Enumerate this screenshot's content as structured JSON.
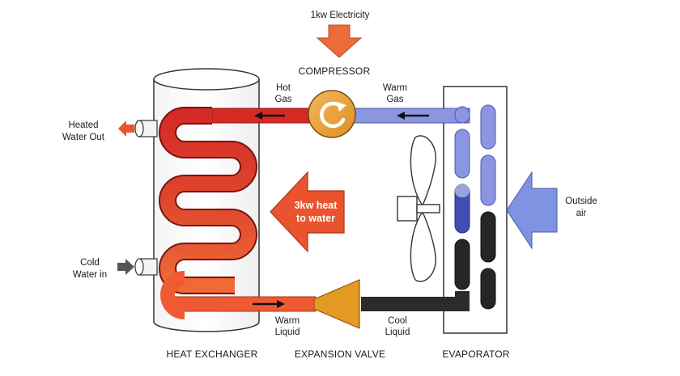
{
  "labels": {
    "electricity": "1kw Electricity",
    "compressor": "COMPRESSOR",
    "hot_gas": [
      "Hot",
      "Gas"
    ],
    "warm_gas": [
      "Warm",
      "Gas"
    ],
    "heated_water_out": [
      "Heated",
      "Water Out"
    ],
    "cold_water_in": [
      "Cold",
      "Water in"
    ],
    "heat_to_water": [
      "3kw heat",
      "to water"
    ],
    "outside_air": [
      "Outside",
      "air"
    ],
    "warm_liquid": [
      "Warm",
      "Liquid"
    ],
    "cool_liquid": [
      "Cool",
      "Liquid"
    ],
    "heat_exchanger": "HEAT EXCHANGER",
    "expansion_valve": "EXPANSION VALVE",
    "evaporator": "EVAPORATOR"
  },
  "colors": {
    "hot": "#cf2a27",
    "warm": "#ef5a33",
    "compressor": "#e9a23a",
    "valve": "#e59a23",
    "warm_gas_pipe": "#8a96e2",
    "cool_liquid_pipe": "#2b2b2b",
    "outline": "#333333",
    "outside_air_arrow": "#7f93e3",
    "electricity_arrow": "#ec6b3b",
    "cold_in_arrow": "#555555"
  }
}
